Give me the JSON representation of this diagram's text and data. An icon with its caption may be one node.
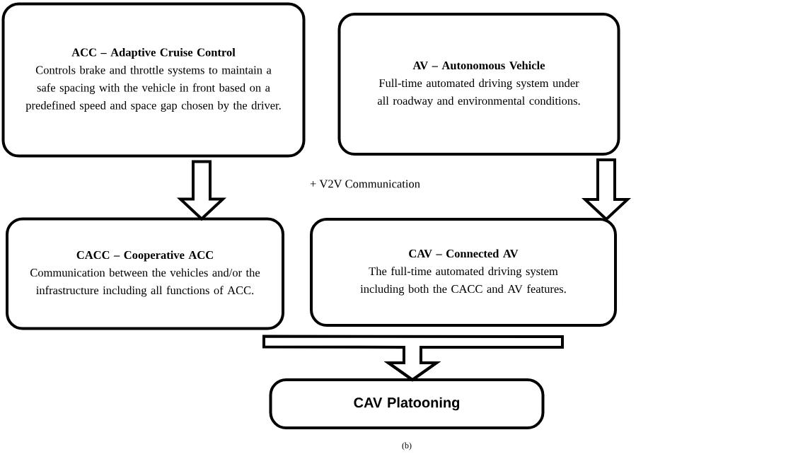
{
  "diagram": {
    "caption": "(b)",
    "nodes": [
      {
        "text": [
          "ACC – Adaptive Cruise Control",
          "Controls brake and throttle systems to maintain a safe spacing with the vehicle in front based on a predefined speed and space gap chosen by the driver."
        ]
      },
      {
        "text": [
          "AV – Autonomous Vehicle",
          "Full-time automated driving system under all roadway and environmental conditions."
        ]
      },
      {
        "text": [
          "CACC – Cooperative ACC",
          "Communication between the vehicles and/or the infrastructure including all functions of ACC."
        ]
      },
      {
        "text": [
          "CAV – Connected AV",
          "The full-time automated driving system including both the CACC and AV features."
        ]
      },
      {
        "text": [
          "CAV Platooning"
        ]
      }
    ],
    "edges": [
      {
        "from": 0,
        "to": 2,
        "arrow": "to"
      },
      {
        "from": 1,
        "to": 3,
        "arrow": "to"
      },
      {
        "from": 2,
        "to": 4,
        "arrow": "to"
      },
      {
        "from": 3,
        "to": 4,
        "arrow": "to"
      }
    ],
    "labels": [
      "+ V2V Communication"
    ]
  }
}
